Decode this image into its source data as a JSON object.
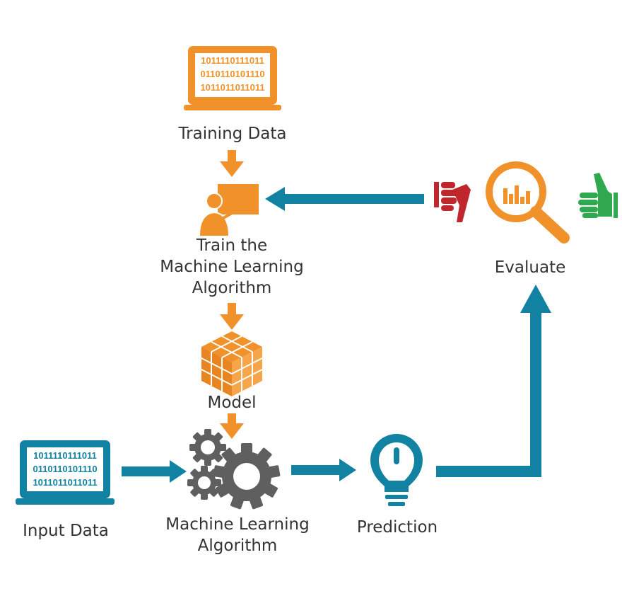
{
  "colors": {
    "orange": "#F0912A",
    "teal": "#1282A2",
    "gray": "#5F5F5F",
    "red": "#C0272D",
    "green": "#2FA84F",
    "text": "#333333"
  },
  "training_data": {
    "label": "Training Data",
    "binary": [
      "1011110111011",
      "0110110101110",
      "1011011011011"
    ],
    "icon": "laptop-icon"
  },
  "train": {
    "label_lines": [
      "Train the",
      "Machine Learning",
      "Algorithm"
    ],
    "icon": "presenter-icon"
  },
  "model": {
    "label": "Model",
    "icon": "cube-icon"
  },
  "input_data": {
    "label": "Input Data",
    "binary": [
      "1011110111011",
      "0110110101110",
      "1011011011011"
    ],
    "icon": "laptop-icon"
  },
  "algorithm": {
    "label_lines": [
      "Machine Learning",
      "Algorithm"
    ],
    "icon": "gears-icon"
  },
  "prediction": {
    "label": "Prediction",
    "icon": "lightbulb-icon"
  },
  "evaluate": {
    "label": "Evaluate",
    "icons": [
      "thumbs-down-icon",
      "magnifier-icon",
      "thumbs-up-icon"
    ]
  }
}
